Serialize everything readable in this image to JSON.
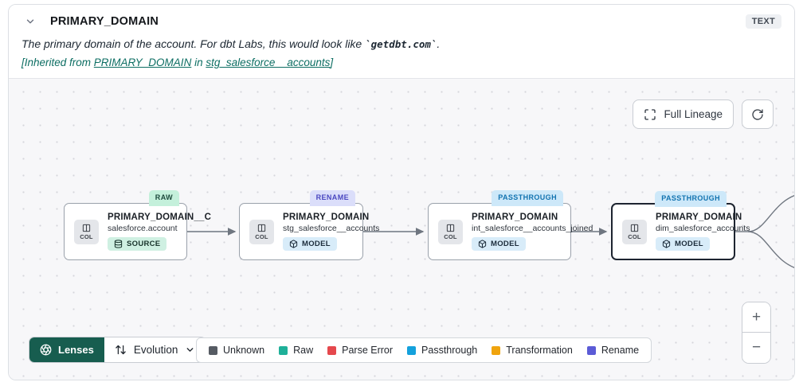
{
  "header": {
    "title": "PRIMARY_DOMAIN",
    "type_badge": "TEXT",
    "description_prefix": "The primary domain of the account. For dbt Labs, this would look like ",
    "description_code": "`getdbt.com`",
    "description_suffix": ".",
    "inherited": {
      "prefix": "[Inherited from ",
      "column_link": "PRIMARY_DOMAIN",
      "middle": " in ",
      "model_link": "stg_salesforce__accounts",
      "suffix": "]"
    }
  },
  "toolbar": {
    "full_lineage_label": "Full Lineage"
  },
  "nodes": [
    {
      "title": "PRIMARY_DOMAIN__C",
      "subtitle": "salesforce.account",
      "resource": "SOURCE",
      "status": "RAW",
      "col_label": "COL",
      "selected": "false"
    },
    {
      "title": "PRIMARY_DOMAIN",
      "subtitle": "stg_salesforce__accounts",
      "resource": "MODEL",
      "status": "RENAME",
      "col_label": "COL",
      "selected": "false"
    },
    {
      "title": "PRIMARY_DOMAIN",
      "subtitle": "int_salesforce__accounts_joined",
      "resource": "MODEL",
      "status": "PASSTHROUGH",
      "col_label": "COL",
      "selected": "false"
    },
    {
      "title": "PRIMARY_DOMAIN",
      "subtitle": "dim_salesforce_accounts",
      "resource": "MODEL",
      "status": "PASSTHROUGH",
      "col_label": "COL",
      "selected": "true"
    }
  ],
  "lenses": {
    "button_label": "Lenses",
    "selected_lens": "Evolution"
  },
  "legend": {
    "items": [
      {
        "label": "Unknown",
        "color": "#565b63"
      },
      {
        "label": "Raw",
        "color": "#1fb099"
      },
      {
        "label": "Parse Error",
        "color": "#e5484d"
      },
      {
        "label": "Passthrough",
        "color": "#14a1dc"
      },
      {
        "label": "Transformation",
        "color": "#f0a40e"
      },
      {
        "label": "Rename",
        "color": "#5b5bd6"
      }
    ]
  },
  "zoom": {
    "in_label": "+",
    "out_label": "−"
  },
  "colors": {
    "link_teal": "#0d6e63",
    "lenses_bg": "#175d4f",
    "status_raw_bg": "#c4f0db",
    "status_rename_bg": "#dbdefa",
    "status_passthrough_bg": "#cde8f9",
    "edge": "#6f7680"
  }
}
